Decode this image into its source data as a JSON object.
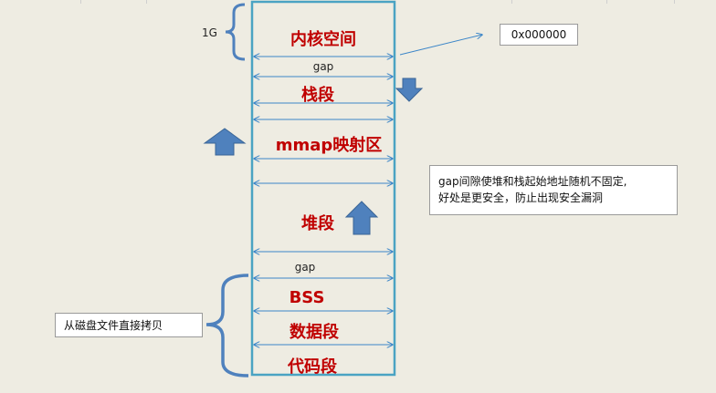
{
  "memory_layout": {
    "one_gigabyte_label": "1G",
    "address_label": "0x000000",
    "segments": {
      "kernel": "内核空间",
      "stack": "栈段",
      "mmap": "mmap映射区",
      "heap": "堆段",
      "bss": "BSS",
      "data": "数据段",
      "code": "代码段"
    },
    "gap_labels": [
      "gap",
      "gap"
    ],
    "note": {
      "line1": "gap间隙使堆和栈起始地址随机不固定,",
      "line2": "好处是更安全，防止出现安全漏洞"
    },
    "disk_copy_label": "从磁盘文件直接拷贝"
  },
  "colors": {
    "background": "#eeece2",
    "column_border": "#4aa3c3",
    "segment_text": "#c00000",
    "arrow_fill": "#4f81bd",
    "arrow_stroke": "#3a6596",
    "brace": "#4f81bd",
    "divider_arrow": "#3c86c8"
  }
}
